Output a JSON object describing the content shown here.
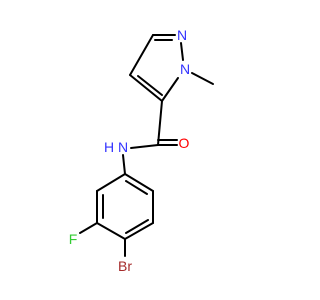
{
  "atoms": {
    "n_pyrazole": {
      "text": "N",
      "color": "#3333ff"
    },
    "n_methyl": {
      "text": "N",
      "color": "#3333ff"
    },
    "o_carbonyl": {
      "text": "O",
      "color": "#ff0000"
    },
    "nh_amide": {
      "text": "N",
      "color": "#3333ff"
    },
    "h_amide": {
      "text": "H",
      "color": "#3333ff"
    },
    "f": {
      "text": "F",
      "color": "#33cc33"
    },
    "br": {
      "text": "Br",
      "color": "#a52a2a"
    }
  },
  "colors": {
    "bond": "#000000",
    "background": "#ffffff"
  }
}
